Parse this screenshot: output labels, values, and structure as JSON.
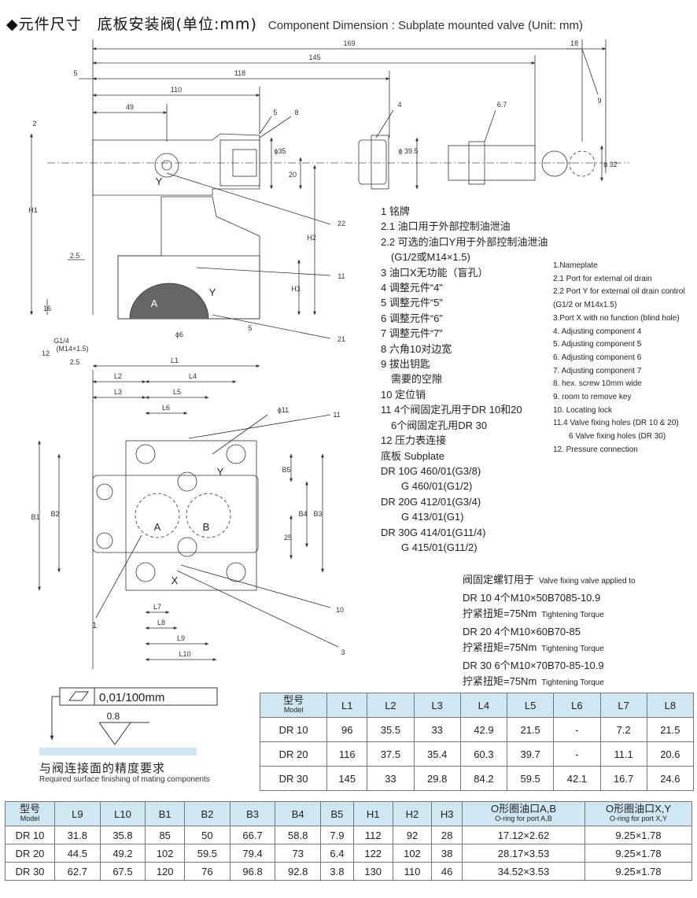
{
  "title": {
    "cn": "◆元件尺寸　底板安装阀(单位:mm)",
    "en": "Component Dimension : Subplate mounted valve (Unit: mm)"
  },
  "dims": {
    "d169": "169",
    "d145": "145",
    "d118": "118",
    "d110": "110",
    "d49": "49",
    "d5": "5",
    "d2": "2",
    "d18": "18",
    "d35": "ϕ35",
    "d395": "ϕ 39.5",
    "d32": "ϕ 32",
    "d20": "20",
    "d16": "16",
    "d25a": "2.5",
    "d6": "ϕ6",
    "d5b": "5",
    "g14": "G1/4",
    "m14": "(M14×1.5)",
    "d25b": "2.5",
    "d11": "ϕ11",
    "d25": "25",
    "H1": "H1",
    "H2": "H2",
    "H3": "H3",
    "B1": "B1",
    "B2": "B2",
    "B3": "B3",
    "B4": "B4",
    "B5": "B5",
    "L1": "L1",
    "L2": "L2",
    "L3": "L3",
    "L4": "L4",
    "L5": "L5",
    "L6": "L6",
    "L7": "L7",
    "L8": "L8",
    "L9": "L9",
    "L10": "L10",
    "pA": "A",
    "pB": "B",
    "pX": "X",
    "pY": "Y",
    "pY2": "Y",
    "pA2": "A",
    "pY3": "Y",
    "c1": "1",
    "c3": "3",
    "c4": "4",
    "c5": "5",
    "c67": "6.7",
    "c8": "8",
    "c9": "9",
    "c10": "10",
    "c11": "11",
    "c11b": "11",
    "c12": "12",
    "c21": "21",
    "c22": "22"
  },
  "legend_cn": [
    "1  铭牌",
    "2.1 油口用于外部控制油泄油",
    "2.2 可选的油口Y用于外部控制油泄油",
    "　(G1/2或M14×1.5)",
    "3  油口X无功能（盲孔）",
    "4  调整元件“4”",
    "5  调整元件“5”",
    "6  调整元件“6”",
    "7  调整元件“7”",
    "8  六角10对边宽",
    "9  拔出钥匙",
    "　需要的空隙",
    "10 定位销",
    "11  4个阀固定孔用于DR 10和20",
    "　6个阀固定孔用DR 30",
    "12 压力表连接",
    "底板 Subplate",
    "DR 10G 460/01(G3/8)",
    "　　G 460/01(G1/2)",
    "DR 20G 412/01(G3/4)",
    "　　G 413/01(G1)",
    "DR 30G 414/01(G11/4)",
    "　　G 415/01(G11/2)"
  ],
  "legend_en": [
    "1.Nameplate",
    "2.1 Port for external oil drain",
    "2.2 Port Y for external oil drain control",
    "(G1/2 or M14x1.5)",
    "3.Port X with no function (blind hole)",
    "4. Adjusting component  4",
    "5. Adjusting component  5",
    "6. Adjusting component  6",
    "7. Adjusting component  7",
    "8. hex. screw 10mm wide",
    "9. room to remove key",
    "10. Locating lock",
    "11.4 Valve fixing holes (DR 10 & 20)",
    "　　6 Valve fixing holes (DR 30)",
    "12. Pressure connection"
  ],
  "fixing": {
    "head_cn": "阀固定螺钉用于",
    "head_en": "Valve fixing valve applied to",
    "l1": "DR 10 4个M10×50B7085-10.9",
    "torque_cn": "拧紧扭矩=75Nm",
    "torque_en": "Tightening Torque",
    "l2": "DR 20 4个M10×60B70-85",
    "l3": "DR 30 6个M10×70B70-85-10.9"
  },
  "surface": {
    "flat": "0,01/100mm",
    "rough": "0.8",
    "cn": "与阀连接面的精度要求",
    "en": "Required surface finishing of mating components"
  },
  "table1": {
    "model_cn": "型号",
    "model_en": "Model",
    "headers": [
      "L1",
      "L2",
      "L3",
      "L4",
      "L5",
      "L6",
      "L7",
      "L8"
    ],
    "rows": [
      [
        "DR 10",
        "96",
        "35.5",
        "33",
        "42.9",
        "21.5",
        "-",
        "7.2",
        "21.5"
      ],
      [
        "DR 20",
        "116",
        "37.5",
        "35.4",
        "60.3",
        "39.7",
        "-",
        "11.1",
        "20.6"
      ],
      [
        "DR 30",
        "145",
        "33",
        "29.8",
        "84.2",
        "59.5",
        "42.1",
        "16.7",
        "24.6"
      ]
    ]
  },
  "table2": {
    "model_cn": "型号",
    "model_en": "Model",
    "headers": [
      "L9",
      "L10",
      "B1",
      "B2",
      "B3",
      "B4",
      "B5",
      "H1",
      "H2",
      "H3"
    ],
    "oring_ab_cn": "O形圈油口A,B",
    "oring_ab_en": "O-ring for port A,B",
    "oring_xy_cn": "O形圈油口X,Y",
    "oring_xy_en": "O-ring for port X,Y",
    "rows": [
      [
        "DR 10",
        "31.8",
        "35.8",
        "85",
        "50",
        "66.7",
        "58.8",
        "7.9",
        "112",
        "92",
        "28",
        "17.12×2.62",
        "9.25×1.78"
      ],
      [
        "DR 20",
        "44.5",
        "49.2",
        "102",
        "59.5",
        "79.4",
        "73",
        "6.4",
        "122",
        "102",
        "38",
        "28.17×3.53",
        "9.25×1.78"
      ],
      [
        "DR 30",
        "62.7",
        "67.5",
        "120",
        "76",
        "96.8",
        "92.8",
        "3.8",
        "130",
        "110",
        "46",
        "34.52×3.53",
        "9.25×1.78"
      ]
    ]
  }
}
